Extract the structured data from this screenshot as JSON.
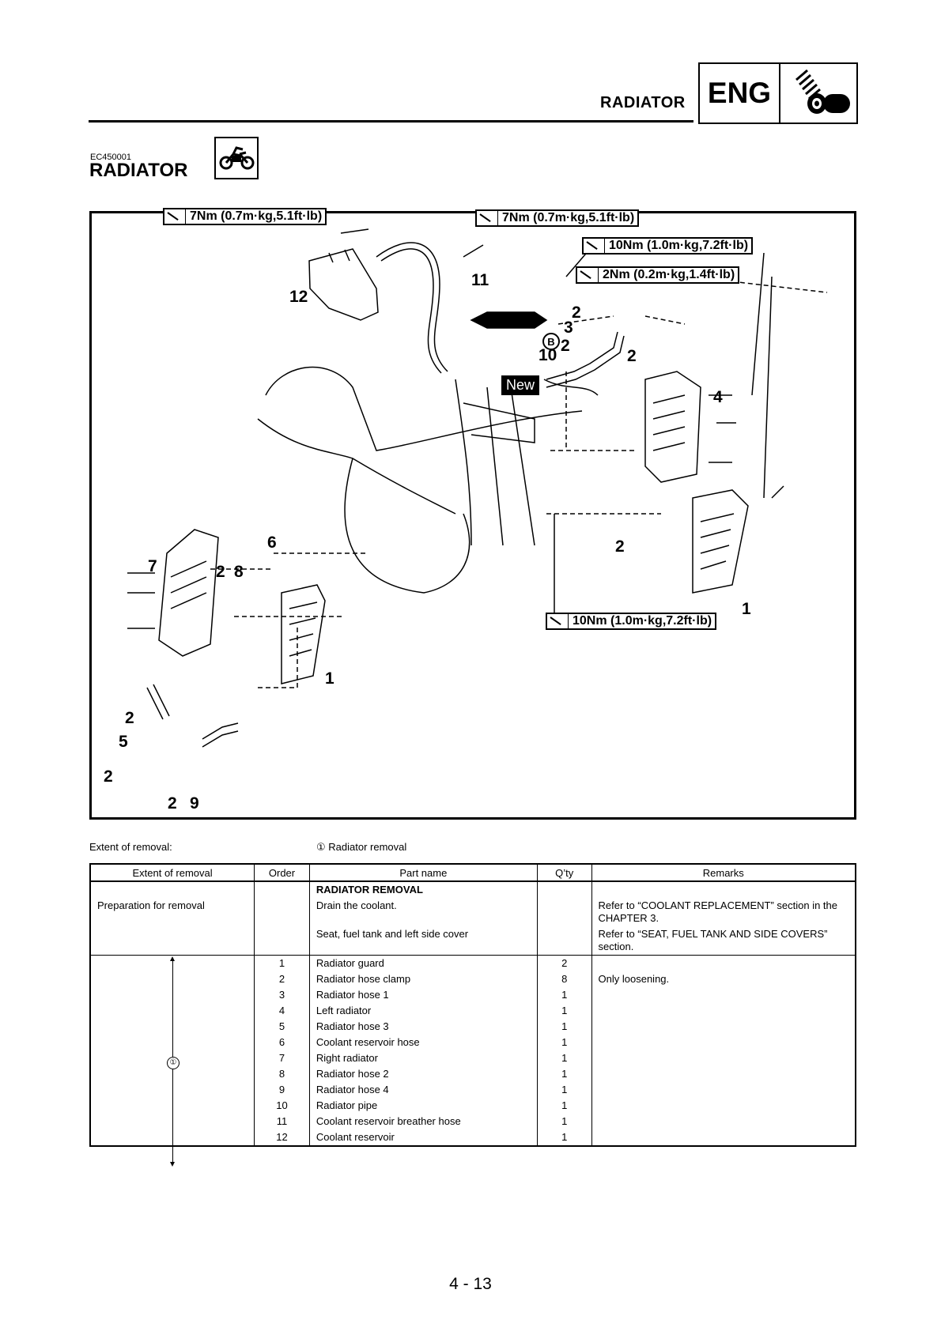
{
  "header": {
    "section": "RADIATOR",
    "badge": "ENG"
  },
  "code": "EC450001",
  "title": "RADIATOR",
  "diagram": {
    "torques": [
      "7Nm (0.7m·kg,5.1ft·lb)",
      "7Nm (0.7m·kg,5.1ft·lb)",
      "10Nm (1.0m·kg,7.2ft·lb)",
      "2Nm (0.2m·kg,1.4ft·lb)",
      "10Nm (1.0m·kg,7.2ft·lb)"
    ],
    "new_label": "New",
    "b_label": "B",
    "callouts": [
      "12",
      "11",
      "2",
      "3",
      "10",
      "2",
      "2",
      "4",
      "2",
      "6",
      "7",
      "2",
      "8",
      "1",
      "1",
      "2",
      "5",
      "2",
      "2",
      "9"
    ]
  },
  "extent": {
    "label": "Extent of removal:",
    "value": "① Radiator removal"
  },
  "table": {
    "headers": [
      "Extent of removal",
      "Order",
      "Part name",
      "Q’ty",
      "Remarks"
    ],
    "prep": {
      "heading": "RADIATOR REMOVAL",
      "extent": "Preparation for removal",
      "rows": [
        {
          "part": "Drain the coolant.",
          "remark": "Refer to “COOLANT REPLACEMENT” section in the CHAPTER 3."
        },
        {
          "part": "Seat, fuel tank and left side cover",
          "remark": "Refer to “SEAT, FUEL TANK AND SIDE COVERS” section."
        }
      ]
    },
    "range_mark": "①",
    "rows": [
      {
        "order": "1",
        "part": "Radiator guard",
        "qty": "2",
        "remark": ""
      },
      {
        "order": "2",
        "part": "Radiator hose clamp",
        "qty": "8",
        "remark": "Only loosening."
      },
      {
        "order": "3",
        "part": "Radiator hose 1",
        "qty": "1",
        "remark": ""
      },
      {
        "order": "4",
        "part": "Left radiator",
        "qty": "1",
        "remark": ""
      },
      {
        "order": "5",
        "part": "Radiator hose 3",
        "qty": "1",
        "remark": ""
      },
      {
        "order": "6",
        "part": "Coolant reservoir hose",
        "qty": "1",
        "remark": ""
      },
      {
        "order": "7",
        "part": "Right radiator",
        "qty": "1",
        "remark": ""
      },
      {
        "order": "8",
        "part": "Radiator hose 2",
        "qty": "1",
        "remark": ""
      },
      {
        "order": "9",
        "part": "Radiator hose 4",
        "qty": "1",
        "remark": ""
      },
      {
        "order": "10",
        "part": "Radiator pipe",
        "qty": "1",
        "remark": ""
      },
      {
        "order": "11",
        "part": "Coolant reservoir breather hose",
        "qty": "1",
        "remark": ""
      },
      {
        "order": "12",
        "part": "Coolant reservoir",
        "qty": "1",
        "remark": ""
      }
    ]
  },
  "page_number": "4 - 13"
}
